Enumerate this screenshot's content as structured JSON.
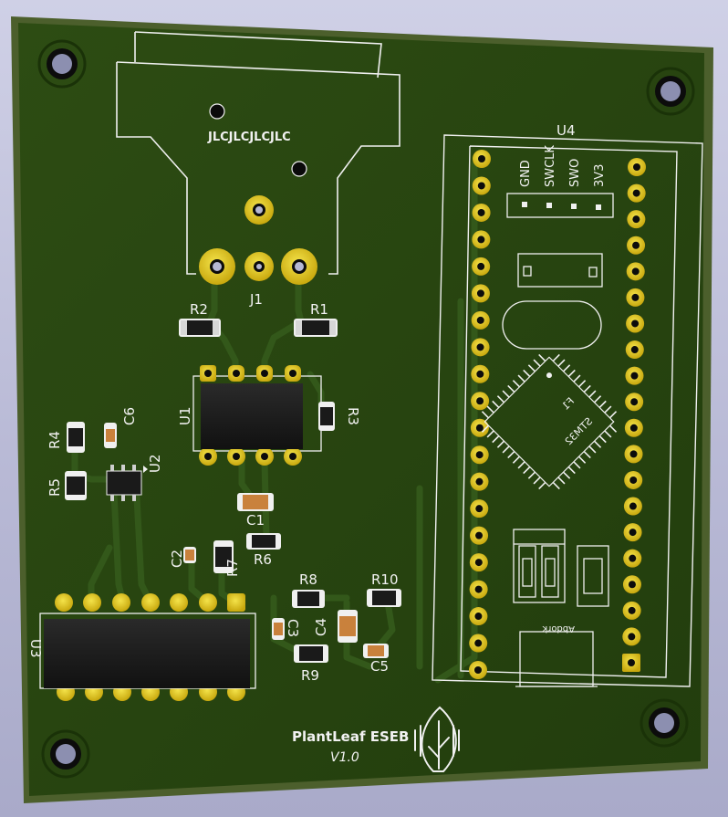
{
  "board": {
    "title": "PlantLeaf ESEB",
    "version": "V1.0",
    "colors": {
      "board": "#26440f",
      "board_edge": "#4a5e2a",
      "copper_trace": "#2f5212",
      "pad_gold": "#d8c21c",
      "silkscreen": "#f2f2f2",
      "background": "#bfc0db"
    }
  },
  "connector": {
    "ref": "J1",
    "marking": "JLCJLCJLCJLC"
  },
  "mcu_module": {
    "ref": "U4",
    "header_labels": [
      "GND",
      "SWCLK",
      "SWO",
      "3V3"
    ],
    "chip_marking_1": "STM32",
    "chip_marking_2": "F1",
    "button_marking": "Abdork"
  },
  "components": {
    "U1": "U1",
    "U2": "U2",
    "U3": "U3",
    "R1": "R1",
    "R2": "R2",
    "R3": "R3",
    "R4": "R4",
    "R5": "R5",
    "R6": "R6",
    "R7": "R7",
    "R8": "R8",
    "R9": "R9",
    "R10": "R10",
    "C1": "C1",
    "C2": "C2",
    "C3": "C3",
    "C4": "C4",
    "C5": "C5",
    "C6": "C6"
  },
  "logo": {
    "name": "plant-leaf-logo-icon"
  }
}
